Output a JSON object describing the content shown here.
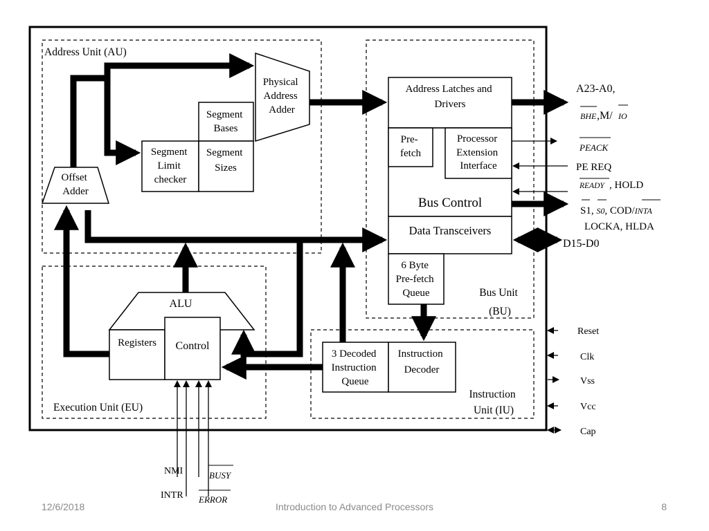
{
  "units": {
    "address_unit": "Address Unit (AU)",
    "execution_unit": "Execution Unit (EU)",
    "bus_unit": [
      "Bus Unit",
      "(BU)"
    ],
    "instruction_unit": [
      "Instruction",
      "Unit (IU)"
    ]
  },
  "blocks": {
    "offset_adder": [
      "Offset",
      "Adder"
    ],
    "segment_limit_checker": [
      "Segment",
      "Limit",
      "checker"
    ],
    "segment_bases": [
      "Segment",
      "Bases"
    ],
    "segment_sizes": [
      "Segment",
      "Sizes"
    ],
    "physical_address_adder": [
      "Physical",
      "Address",
      "Adder"
    ],
    "address_latches": [
      "Address Latches and",
      "Drivers"
    ],
    "prefetch": [
      "Pre-",
      "fetch"
    ],
    "processor_extension_interface": [
      "Processor",
      "Extension",
      "Interface"
    ],
    "bus_control": "Bus Control",
    "data_transceivers": "Data Transceivers",
    "prefetch_queue": [
      "6 Byte",
      "Pre-fetch",
      "Queue"
    ],
    "alu": "ALU",
    "registers": "Registers",
    "control": "Control",
    "decoded_queue": [
      "3 Decoded",
      "Instruction",
      "Queue"
    ],
    "instruction_decoder": [
      "Instruction",
      "Decoder"
    ]
  },
  "signals": {
    "address_bus": "A23-A0,",
    "bhe_mio": [
      "BHE",
      ",M/",
      "IO"
    ],
    "peack": "PEACK",
    "pe_req": "PE REQ",
    "ready_hold": [
      "READY",
      ", HOLD"
    ],
    "status": [
      "S1",
      ", ",
      "S0",
      ", COD/",
      "INTA"
    ],
    "lock_hlda": "LOCKA, HLDA",
    "data_bus": "D15-D0",
    "reset": "Reset",
    "clk": "Clk",
    "vss": "Vss",
    "vcc": "Vcc",
    "cap": "Cap",
    "nmi": "NMI",
    "intr": "INTR",
    "busy": "BUSY",
    "error": "ERROR"
  },
  "footer": {
    "date": "12/6/2018",
    "title": "Introduction to Advanced Processors",
    "page": "8"
  }
}
